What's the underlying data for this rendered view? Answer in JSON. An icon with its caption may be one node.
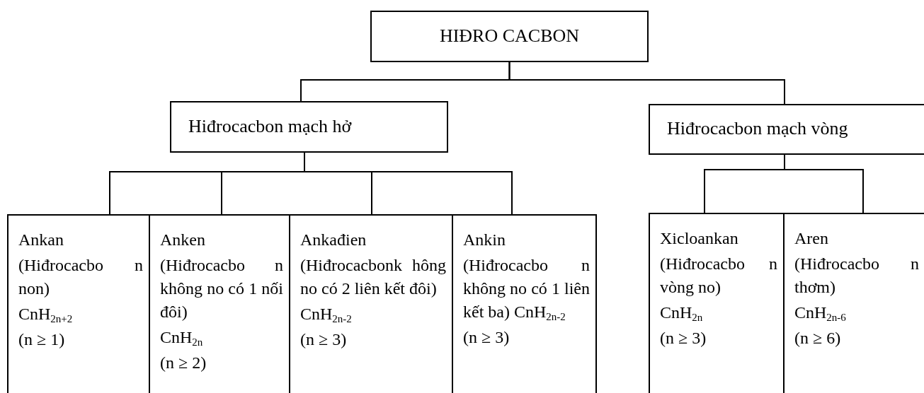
{
  "diagram": {
    "nodes": [
      {
        "text": [
          "HIĐRO CACBON"
        ]
      },
      {
        "text": [
          "Hiđrocacbon mạch hở"
        ]
      },
      {
        "text": [
          "Hiđrocacbon mạch vòng"
        ]
      },
      {
        "text": [
          "Ankan",
          "(Hiđrocacbo n non)",
          "CnH$_{2n+2}$",
          "(n ≥ 1)"
        ]
      },
      {
        "text": [
          "Anken",
          "(Hiđrocacbo n không no có 1 nối đôi)",
          "CnH$_{2n}$",
          "(n ≥ 2)"
        ]
      },
      {
        "text": [
          "Ankađien",
          "(Hiđrocacbonk hông no có 2 liên kết đôi)",
          "CnH$_{2n-2}$",
          "(n ≥ 3)"
        ]
      },
      {
        "text": [
          "Ankin",
          "(Hiđrocacbo n không no có 1 liên kết ba) CnH$_{2n-2}$",
          "(n ≥ 3)"
        ]
      },
      {
        "text": [
          "Xicloankan",
          "(Hiđrocacbo n vòng no)",
          "CnH$_{2n}$",
          "(n ≥ 3)"
        ]
      },
      {
        "text": [
          "Aren",
          "(Hiđrocacbo n thơm)",
          "CnH$_{2n-6}$",
          "(n ≥ 6)"
        ]
      }
    ],
    "edges": [
      {
        "from": 0,
        "to": 1,
        "arrow": "none"
      },
      {
        "from": 0,
        "to": 2,
        "arrow": "none"
      },
      {
        "from": 1,
        "to": 3,
        "arrow": "none"
      },
      {
        "from": 1,
        "to": 4,
        "arrow": "none"
      },
      {
        "from": 1,
        "to": 5,
        "arrow": "none"
      },
      {
        "from": 1,
        "to": 6,
        "arrow": "none"
      },
      {
        "from": 2,
        "to": 7,
        "arrow": "none"
      },
      {
        "from": 2,
        "to": 8,
        "arrow": "none"
      }
    ]
  }
}
